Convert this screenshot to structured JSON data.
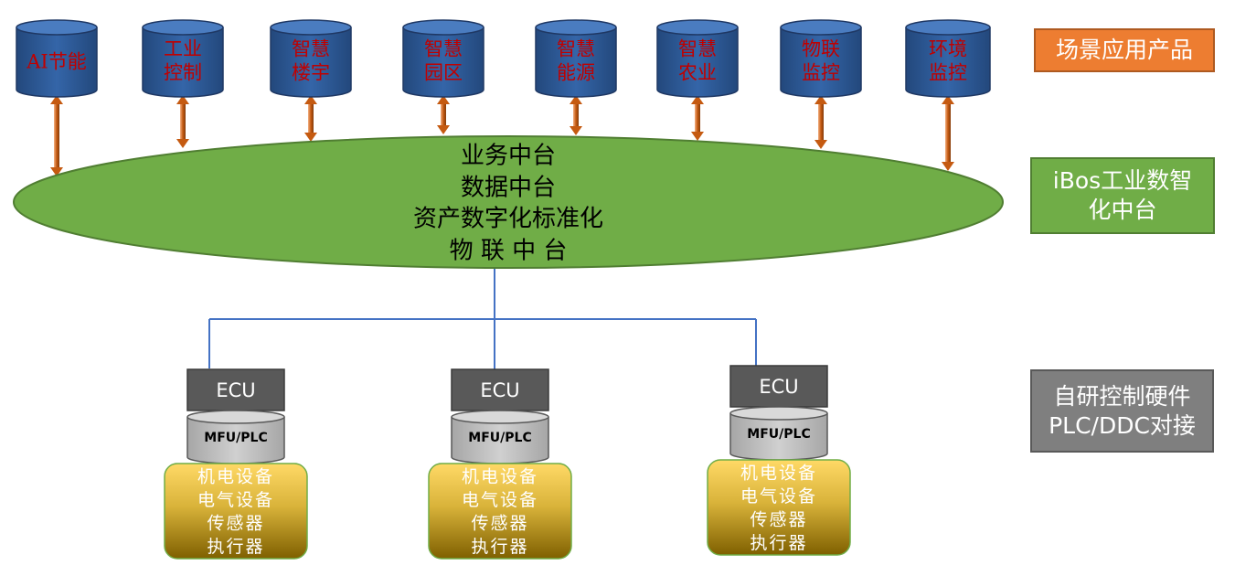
{
  "scene_products": [
    {
      "line1": "AI节能",
      "line2": ""
    },
    {
      "line1": "工业",
      "line2": "控制"
    },
    {
      "line1": "智慧",
      "line2": "楼宇"
    },
    {
      "line1": "智慧",
      "line2": "园区"
    },
    {
      "line1": "智慧",
      "line2": "能源"
    },
    {
      "line1": "智慧",
      "line2": "农业"
    },
    {
      "line1": "物联",
      "line2": "监控"
    },
    {
      "line1": "环境",
      "line2": "监控"
    }
  ],
  "platform": {
    "lines": [
      "业务中台",
      "数据中台",
      "资产数字化标准化",
      "物 联 中 台"
    ]
  },
  "hardware_units": [
    {
      "ecu": "ECU",
      "controller": "MFU/PLC",
      "devices": [
        "机电设备",
        "电气设备",
        "传感器",
        "执行器"
      ]
    },
    {
      "ecu": "ECU",
      "controller": "MFU/PLC",
      "devices": [
        "机电设备",
        "电气设备",
        "传感器",
        "执行器"
      ]
    },
    {
      "ecu": "ECU",
      "controller": "MFU/PLC",
      "devices": [
        "机电设备",
        "电气设备",
        "传感器",
        "执行器"
      ]
    }
  ],
  "layer_labels": {
    "scene": "场景应用产品",
    "platform": "iBos工业数智\n化中台",
    "hardware": "自研控制硬件\nPLC/DDC对接"
  },
  "colors": {
    "cylinder_fill": "#2e5b9a",
    "cylinder_top": "#4a7cc0",
    "cylinder_text": "#c00000",
    "arrow": "#c55a11",
    "ellipse_fill": "#70ad47",
    "ellipse_text": "#000000",
    "connector": "#4472c4",
    "ecu_fill": "#595959",
    "plc_fill": "#bfbfbf",
    "device_top": "#ffd966",
    "device_bottom": "#7f6000",
    "scene_label": "#ed7d31",
    "platform_label": "#70ad47",
    "hardware_label": "#7f7f7f"
  }
}
